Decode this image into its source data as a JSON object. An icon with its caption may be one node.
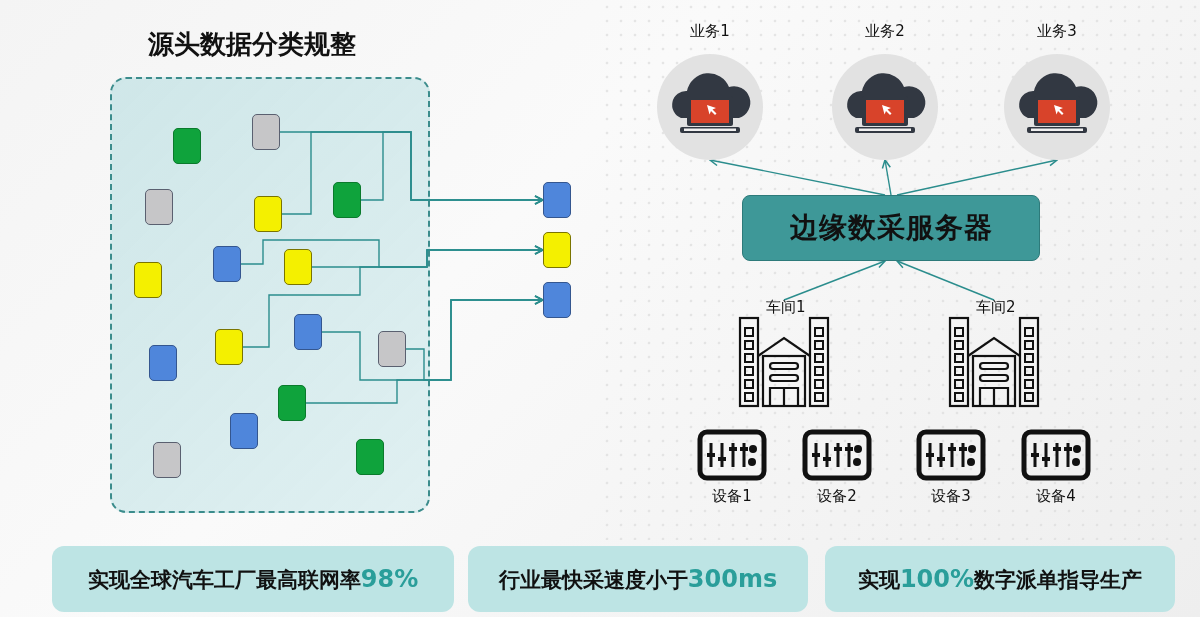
{
  "diagram": {
    "nodes": [
      {
        "text": [
          "源头数据分类规整"
        ]
      },
      {
        "text": [],
        "shape": "box",
        "in": 0
      },
      {
        "text": [],
        "shape": "box",
        "in": 0
      },
      {
        "text": [],
        "shape": "box",
        "in": 0
      },
      {
        "text": [],
        "shape": "box",
        "in": 0
      },
      {
        "text": [],
        "shape": "box",
        "in": 0
      },
      {
        "text": [],
        "shape": "box",
        "in": 0
      },
      {
        "text": [],
        "shape": "box",
        "in": 0
      },
      {
        "text": [],
        "shape": "box",
        "in": 0
      },
      {
        "text": [],
        "shape": "box",
        "in": 0
      },
      {
        "text": [],
        "shape": "box",
        "in": 0
      },
      {
        "text": [],
        "shape": "box",
        "in": 0
      },
      {
        "text": [],
        "shape": "box",
        "in": 0
      },
      {
        "text": [],
        "shape": "box",
        "in": 0
      },
      {
        "text": [],
        "shape": "box",
        "in": 0
      },
      {
        "text": [],
        "shape": "box",
        "in": 0
      },
      {
        "text": [],
        "shape": "box",
        "in": 0
      },
      {
        "text": [],
        "shape": "box"
      },
      {
        "text": [],
        "shape": "box"
      },
      {
        "text": [],
        "shape": "box"
      },
      {
        "text": [
          "业务1"
        ]
      },
      {
        "text": [
          "业务2"
        ]
      },
      {
        "text": [
          "业务3"
        ]
      },
      {
        "text": [
          "边缘数采服务器"
        ]
      },
      {
        "text": [
          "车间1"
        ]
      },
      {
        "text": [
          "车间2"
        ]
      },
      {
        "text": [
          "设备1"
        ]
      },
      {
        "text": [
          "设备2"
        ]
      },
      {
        "text": [
          "设备3"
        ]
      },
      {
        "text": [
          "设备4"
        ]
      },
      {
        "text": [
          "实现全球汽车工厂最高联网率**98%**"
        ]
      },
      {
        "text": [
          "行业最快采速度小于**300ms**"
        ]
      },
      {
        "text": [
          "实现**100%**数字派单指导生产"
        ]
      }
    ],
    "edges": [
      {
        "from": 1,
        "to": 17,
        "arrow": "to"
      },
      {
        "from": 5,
        "to": 17,
        "arrow": "to"
      },
      {
        "from": 3,
        "to": 17,
        "arrow": "to"
      },
      {
        "from": 7,
        "to": 18,
        "arrow": "to"
      },
      {
        "from": 6,
        "to": 18,
        "arrow": "to"
      },
      {
        "from": 10,
        "to": 18,
        "arrow": "to"
      },
      {
        "from": 9,
        "to": 19,
        "arrow": "to"
      },
      {
        "from": 11,
        "to": 19,
        "arrow": "to"
      },
      {
        "from": 13,
        "to": 19,
        "arrow": "to"
      },
      {
        "from": 23,
        "to": 20,
        "arrow": "to"
      },
      {
        "from": 23,
        "to": 21,
        "arrow": "to"
      },
      {
        "from": 23,
        "to": 22,
        "arrow": "to"
      },
      {
        "from": 24,
        "to": 23,
        "arrow": "to"
      },
      {
        "from": 25,
        "to": 23,
        "arrow": "to"
      }
    ]
  }
}
